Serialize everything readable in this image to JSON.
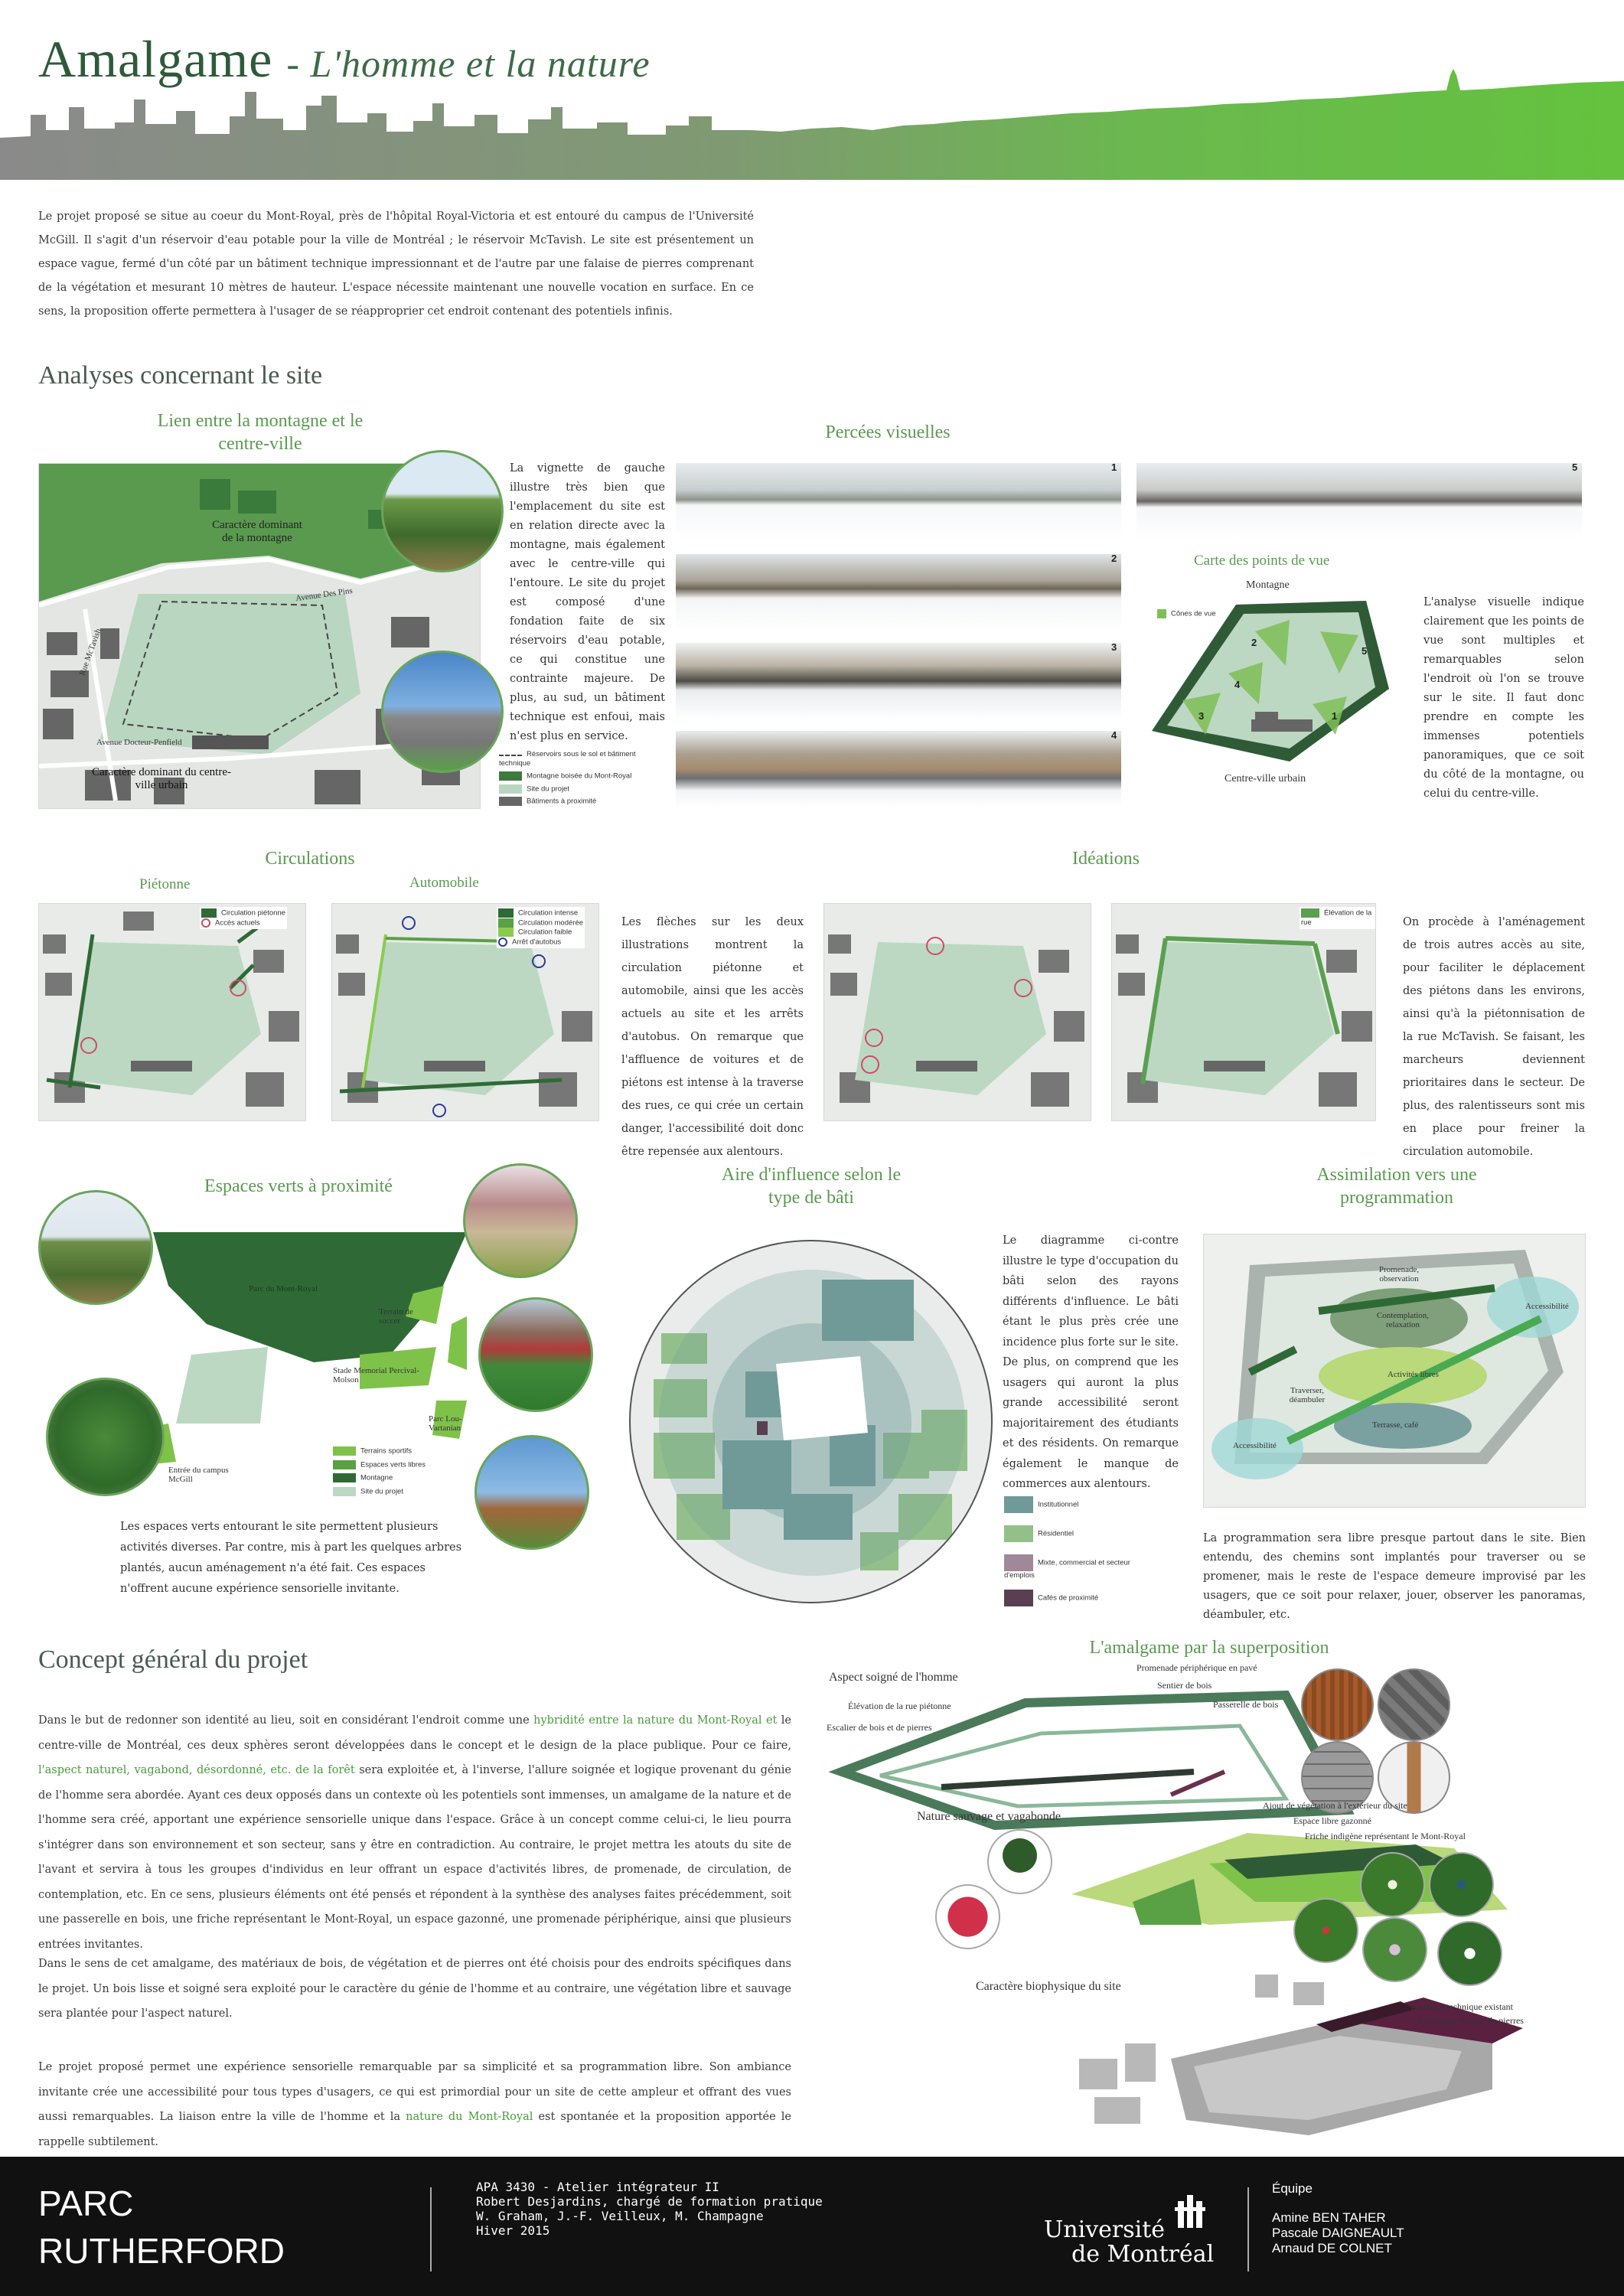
{
  "header": {
    "title": "Amalgame",
    "subtitle": "- L'homme et la nature"
  },
  "intro": "Le projet proposé se situe au coeur du Mont-Royal, près de l'hôpital Royal-Victoria et est entouré du campus de l'Université McGill. Il s'agit d'un réservoir d'eau potable pour la ville de Montréal ; le réservoir McTavish. Le site est présentement un espace vague, fermé d'un côté par un bâtiment technique impressionnant et de l'autre par une falaise de pierres comprenant de la végétation et mesurant 10 mètres de hauteur. L'espace nécessite maintenant une nouvelle vocation en surface. En ce sens, la proposition offerte permettera à l'usager de se réapproprier cet endroit contenant des potentiels infinis.",
  "analyses": {
    "heading": "Analyses concernant le site",
    "lien": {
      "title": "Lien entre la montagne et le centre-ville",
      "map_labels": [
        "Caractère dominant de la montagne",
        "Avenue Des Pins",
        "Rue McTavish",
        "Avenue Docteur-Penfield",
        "Caractère dominant du centre-ville urbain"
      ],
      "legend": [
        "Réservoirs sous le sol et bâtiment technique",
        "Montagne boisée du Mont-Royal",
        "Site du projet",
        "Bâtiments à proximité"
      ],
      "text": "La vignette de gauche illustre très bien que l'emplacement du site est en relation directe avec la montagne, mais également avec le centre-ville qui l'entoure. Le site du projet est composé d'une fondation faite de six réservoirs d'eau potable, ce qui constitue une contrainte majeure. De plus, au sud, un bâtiment technique est enfoui, mais n'est plus en service."
    },
    "percees": {
      "title": "Percées visuelles",
      "numbers": [
        "1",
        "2",
        "3",
        "4",
        "5"
      ],
      "map_title": "Carte des points de vue",
      "map_top": "Montagne",
      "map_bottom": "Centre-ville urbain",
      "map_legend": "Cônes de vue",
      "points": [
        "1",
        "2",
        "3",
        "4",
        "5"
      ],
      "text": "L'analyse visuelle indique clairement que les points de vue sont multiples et remarquables selon l'endroit où l'on se trouve sur le site. Il faut donc prendre en compte les immenses potentiels panoramiques, que ce soit du côté de la montagne, ou celui du centre-ville."
    }
  },
  "circulations": {
    "title": "Circulations",
    "pietonne": "Piétonne",
    "automobile": "Automobile",
    "legend_p": [
      "Circulation piétonne",
      "Accès actuels"
    ],
    "legend_a": [
      "Circulation intense",
      "Circulation modérée",
      "Circulation faible",
      "Arrêt d'autobus"
    ],
    "text": "Les flèches sur les deux illustrations montrent la circulation piétonne et automobile, ainsi que les accès actuels au site et les arrêts d'autobus. On remarque que l'affluence de voitures et de piétons est intense à la traverse des rues, ce qui crée un certain danger, l'accessibilité doit donc être repensée aux alentours."
  },
  "ideations": {
    "title": "Idéations",
    "legend": "Élévation de la rue",
    "text": "On procède à l'aménagement de trois autres accès au site, pour faciliter le déplacement des piétons dans les environs, ainsi qu'à la piétonnisation de la rue McTavish. Se faisant, les marcheurs deviennent prioritaires dans le secteur. De plus, des ralentisseurs sont mis en place pour freiner la circulation automobile."
  },
  "espaces": {
    "title": "Espaces verts à proximité",
    "labels": [
      "Parc du Mont-Royal",
      "Terrain de soccer",
      "Stade Memorial Percival-Molson",
      "Parc Lou-Vartanian",
      "Entrée du campus McGill"
    ],
    "legend": [
      "Terrains sportifs",
      "Espaces verts libres",
      "Montagne",
      "Site du projet"
    ],
    "text": "Les espaces verts entourant le site permettent plusieurs activités diverses. Par contre, mis à part les quelques arbres plantés, aucun aménagement n'a été fait. Ces espaces n'offrent aucune expérience sensorielle invitante."
  },
  "aire": {
    "title": "Aire d'influence selon le type de bâti",
    "text": "Le diagramme ci-contre illustre le type d'occupation du bâti selon des rayons différents d'influence. Le bâti étant le plus près crée une incidence plus forte sur le site. De plus, on comprend que les usagers qui auront la plus grande accessibilité seront majoritairement des étudiants et des résidents. On remarque également le manque de commerces aux alentours.",
    "legend": [
      "Institutionnel",
      "Résidentiel",
      "Mixte, commercial et secteur d'emplois",
      "Cafés de proximité"
    ],
    "colors": [
      "#6f9a98",
      "#93c08a",
      "#a08898",
      "#5a3f52"
    ]
  },
  "assimilation": {
    "title": "Assimilation vers une programmation",
    "labels": [
      "Promenade, observation",
      "Accessibilité",
      "Contemplation, relaxation",
      "Activités libres",
      "Traverser, déambuler",
      "Terrasse, café",
      "Accessibilité"
    ],
    "text": "La programmation sera libre presque partout dans le site. Bien entendu, des chemins sont implantés pour traverser ou se promener, mais le reste de l'espace demeure improvisé par les usagers, que ce soit pour relaxer, jouer, observer les panoramas, déambuler, etc."
  },
  "concept": {
    "heading": "Concept général du projet",
    "p1_a": "Dans le but de redonner son identité au lieu, soit en considérant l'endroit comme une ",
    "p1_h1": "hybridité entre la nature du Mont-Royal et",
    "p1_b": " le centre-ville de Montréal, ces deux sphères seront développées dans le concept et le design de la place publique. Pour ce faire, ",
    "p1_h2": "l'aspect naturel, vagabond, désordonné, etc. de la forêt",
    "p1_c": " sera exploitée et, à l'inverse, l'allure soignée et logique provenant du génie de l'homme sera abordée. Ayant ces deux opposés dans un contexte où les potentiels sont immenses, un amalgame de la nature et de l'homme sera créé, apportant une expérience sensorielle unique dans l'espace. Grâce à un concept comme celui-ci, le lieu pourra s'intégrer dans son environnement et son secteur, sans y être en contradiction. Au contraire, le projet mettra les atouts du site de l'avant et servira à tous les groupes d'individus en leur offrant un espace d'activités libres, de promenade, de circulation, de contemplation, etc. En ce sens, plusieurs éléments ont été pensés et répondent à la synthèse des analyses faites précédemment, soit une passerelle en bois, une friche représentant le Mont-Royal, un espace gazonné, une promenade périphérique, ainsi que plusieurs entrées invitantes.",
    "p2": "Dans le sens de cet amalgame, des matériaux de bois, de végétation et de pierres ont été choisis pour des endroits spécifiques dans le projet. Un bois lisse et soigné sera exploité pour le caractère du génie de l'homme et au contraire, une végétation libre et sauvage sera plantée pour l'aspect naturel.",
    "p3_a": "Le projet proposé permet une expérience sensorielle remarquable par sa simplicité et sa programmation libre. Son ambiance invitante crée une accessibilité pour tous types d'usagers, ce qui est primordial pour un site de cette ampleur et offrant des vues aussi remarquables. La liaison entre la ville de l'homme et la ",
    "p3_h": "nature du Mont-Royal",
    "p3_b": " est spontanée et la proposition apportée le rappelle subtilement."
  },
  "superposition": {
    "title": "L'amalgame par la superposition",
    "layer1": "Aspect soigné de l'homme",
    "l1_labels": [
      "Promenade périphérique en pavé",
      "Sentier de bois",
      "Élévation de la rue piétonne",
      "Passerelle de bois",
      "Escalier de bois et de pierres"
    ],
    "layer2": "Nature sauvage et vagabonde",
    "l2_labels": [
      "Ajout de végétation à l'extérieur du site",
      "Espace libre gazonné",
      "Friche indigène représentant le Mont-Royal"
    ],
    "layer3": "Caractère biophysique du site",
    "l3_labels": [
      "Bâtiment technique existant",
      "Contrainte du mur de pierres"
    ]
  },
  "footer": {
    "project_line1": "PARC",
    "project_line2": "RUTHERFORD",
    "course": [
      "APA 3430 - Atelier intégrateur II",
      "Robert Desjardins, chargé de formation pratique",
      "W. Graham, J.-F. Veilleux, M. Champagne",
      "Hiver 2015"
    ],
    "uni_line1": "Université",
    "uni_line2": "de Montréal",
    "team_title": "Équipe",
    "team": [
      "Amine BEN TAHER",
      "Pascale DAIGNEAULT",
      "Arnaud DE COLNET"
    ]
  }
}
